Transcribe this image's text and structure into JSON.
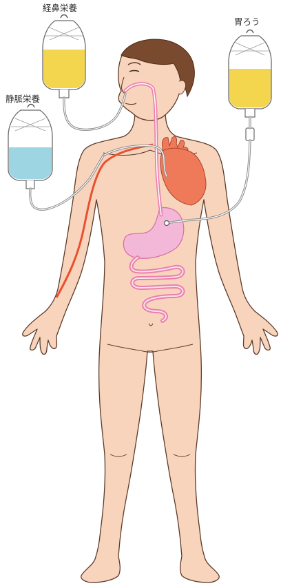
{
  "labels": {
    "nasal": "経鼻栄養",
    "gastrostomy": "胃ろう",
    "iv": "静脈栄養"
  },
  "colors": {
    "skin": "#f9d4bc",
    "skin_outline": "#5a3a2a",
    "hair": "#7a4a2e",
    "heart": "#ef7a5a",
    "stomach": "#f3b8d8",
    "nutrient_yellow": "#f4d64e",
    "iv_fluid": "#9dd6e2",
    "vein": "#e8502e",
    "tube_pink": "#ea7fae"
  }
}
